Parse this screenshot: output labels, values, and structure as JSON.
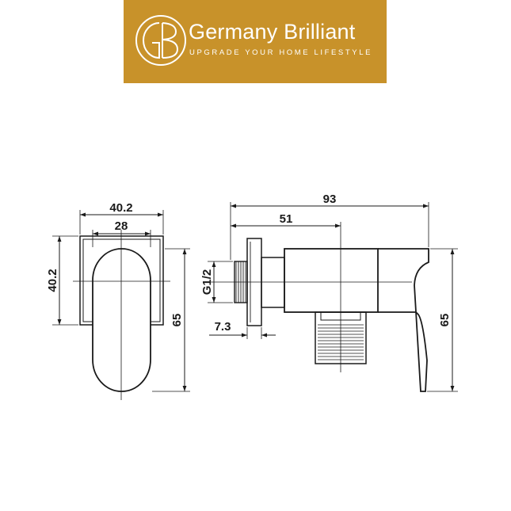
{
  "brand": {
    "name": "Germany Brilliant",
    "tagline": "UPGRADE YOUR HOME LIFESTYLE",
    "banner_color": "#c8922a",
    "logo_icon": "gb-monogram-icon"
  },
  "front_view": {
    "width_outer": "40.2",
    "width_inner": "28",
    "height_plate": "40.2",
    "height_total": "65"
  },
  "side_view": {
    "length_total": "93",
    "length_to_axis": "51",
    "thread": "G1/2",
    "plate_thickness": "7.3",
    "height_total": "65"
  }
}
